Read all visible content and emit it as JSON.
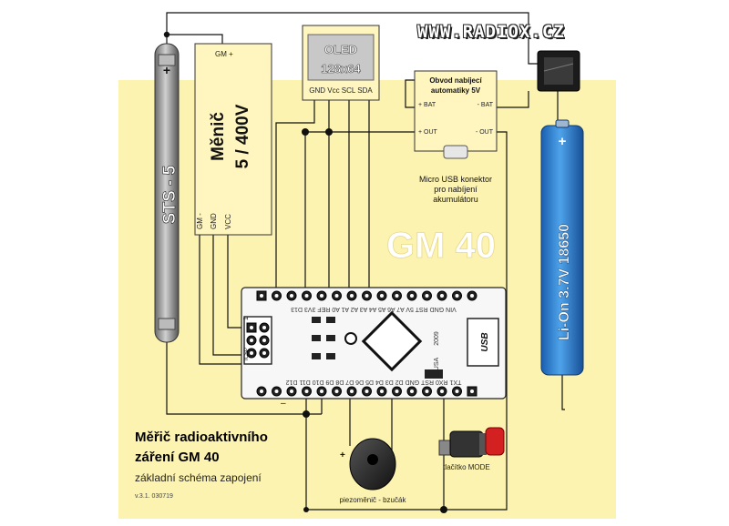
{
  "website": "WWW.RADIOX.CZ",
  "tube": {
    "name": "STS - 5",
    "plus": "+"
  },
  "converter": {
    "name_line1": "Měnič",
    "name_line2": "5 / 400V",
    "pin_gm_plus": "GM +",
    "pin_gm_minus": "GM -",
    "pin_gnd": "GND",
    "pin_vcc": "VCC"
  },
  "oled": {
    "line1": "OLED",
    "line2": "128x64",
    "pins": "GND Vcc SCL SDA"
  },
  "charger": {
    "title_line1": "Obvod nabíjecí",
    "title_line2": "automatiky 5V",
    "bat_plus": "+ BAT",
    "bat_minus": "- BAT",
    "out_plus": "+ OUT",
    "out_minus": "- OUT",
    "usb_note_line1": "Micro USB konektor",
    "usb_note_line2": "pro nabíjení",
    "usb_note_line3": "akumulátoru"
  },
  "battery": {
    "label": "Li-On 3.7V 18650",
    "plus": "+"
  },
  "board": {
    "name": "GM 40",
    "top_pins": "VIN GND RST 5V A7 A6 A5 A4 A3 A2 A1 A0 REF 3V3 D13",
    "bottom_pins": "TX1 RX0 RST GND D2 D3 D4 D5 D6 D7 D8 D9 D10 D11 D12",
    "icsp": "ICSP",
    "icsp_one": "1",
    "year": "2009",
    "usa": "USA",
    "usb": "USB",
    "minus": "–"
  },
  "buzzer": {
    "label": "piezoměnič - bzučák",
    "plus": "+"
  },
  "mode_button": {
    "label": "tlačítko MODE"
  },
  "footer": {
    "title_line1": "Měřič radioaktivního",
    "title_line2": "záření GM 40",
    "subtitle": "základní schéma zapojení",
    "version": "v.3.1.  030719"
  }
}
